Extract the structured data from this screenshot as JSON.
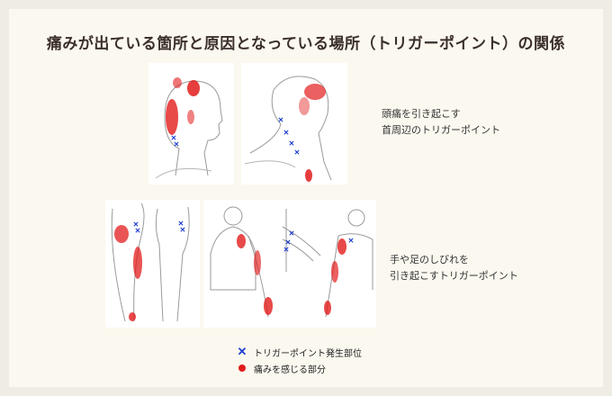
{
  "title": "痛みが出ている箇所と原因となっている場所（トリガーポイント）の関係",
  "captions": {
    "head": [
      "頭痛を引き起こす",
      "首周辺のトリガーポイント"
    ],
    "limbs": [
      "手や足のしびれを",
      "引き起こすトリガーポイント"
    ]
  },
  "legend": {
    "trigger_point": "トリガーポイント発生部位",
    "pain_area": "痛みを感じる部分"
  },
  "colors": {
    "trigger": "#1e3fd0",
    "pain": "#e21c1c"
  }
}
